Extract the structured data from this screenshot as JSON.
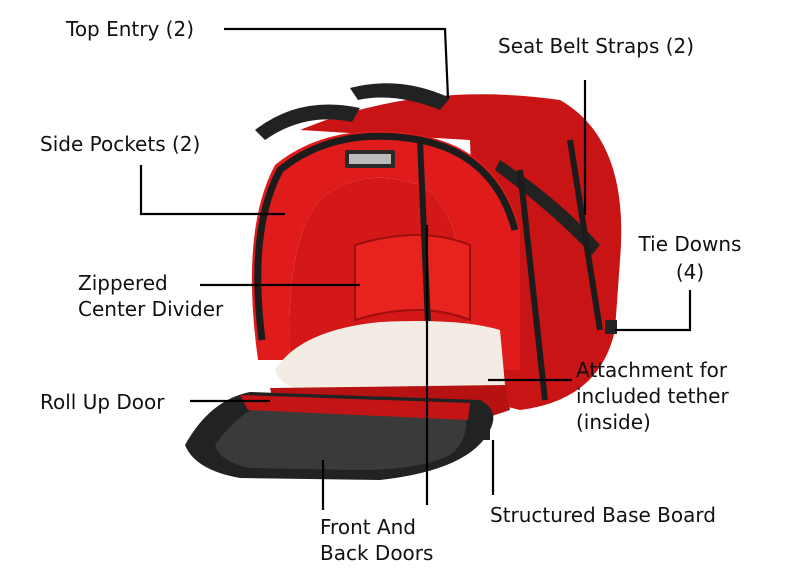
{
  "labels": {
    "top_entry": "Top Entry (2)",
    "seat_belt_straps": "Seat Belt Straps (2)",
    "side_pockets": "Side Pockets (2)",
    "tie_downs_line1": "Tie Downs",
    "tie_downs_line2": "(4)",
    "zippered_line1": "Zippered",
    "zippered_line2": "Center Divider",
    "attachment_line1": "Attachment for",
    "attachment_line2": "included tether",
    "attachment_line3": "(inside)",
    "roll_up_door": "Roll Up Door",
    "structured_base_board": "Structured Base Board",
    "front_back_line1": "Front And",
    "front_back_line2": "Back Doors"
  },
  "colors": {
    "carrier_red": "#e01b1b",
    "carrier_dark_red": "#a50e0e",
    "strap_black": "#1c1c1c",
    "pad_cream": "#f3ece4",
    "leader_line": "#000000"
  }
}
